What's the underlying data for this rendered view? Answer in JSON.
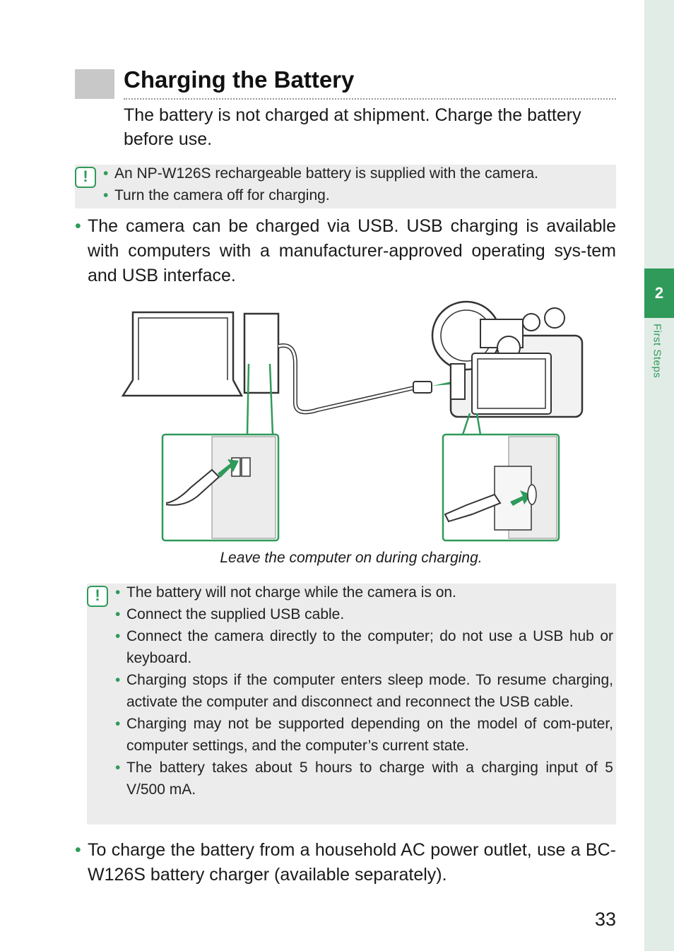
{
  "sidebar": {
    "chapter_number": "2",
    "chapter_label": "First Steps"
  },
  "heading": {
    "title": "Charging the Battery"
  },
  "intro": "The battery is not charged at shipment. Charge the battery before use.",
  "note_top": {
    "icon": "caution-icon",
    "items": [
      "An NP-W126S rechargeable battery is supplied with the camera.",
      "Turn the camera off for charging."
    ]
  },
  "bullet_usb": "The camera can be charged via USB. USB charging is available with computers with a manufacturer-approved operating sys-tem and USB interface.",
  "illustration": {
    "caption": "Leave the computer on during charging."
  },
  "note_bottom": {
    "icon": "caution-icon",
    "items": [
      "The battery will not charge while the camera is on.",
      "Connect the supplied USB cable.",
      "Connect the camera directly to the computer; do not use a USB hub or keyboard.",
      "Charging stops if the computer enters sleep mode. To resume charging, activate the computer and disconnect and reconnect the USB cable.",
      "Charging may not be supported depending on the model of com-puter, computer settings, and the computer’s current state.",
      "The battery takes about 5 hours to charge with a charging input of 5 V/500 mA."
    ]
  },
  "bullet_ac": "To charge the battery from a household AC power outlet, use a BC-W126S battery charger (available separately).",
  "page_number": "33",
  "colors": {
    "accent": "#2f9a5a",
    "note_bg": "#ececec"
  }
}
